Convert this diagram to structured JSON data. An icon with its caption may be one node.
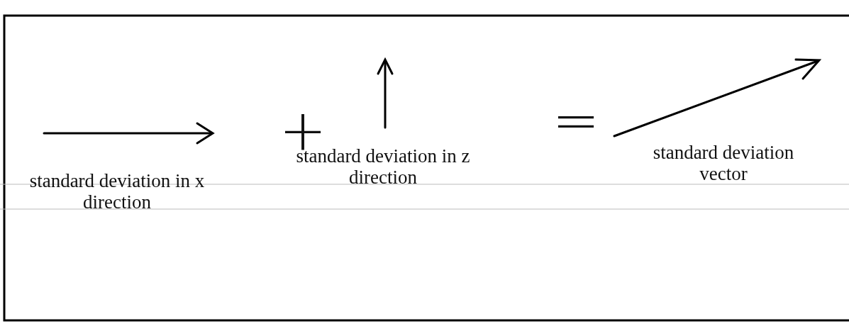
{
  "diagram": {
    "labels": [
      "+",
      "=",
      "standard deviation in x direction",
      "standard deviation in z direction",
      "standard deviation vector"
    ]
  }
}
